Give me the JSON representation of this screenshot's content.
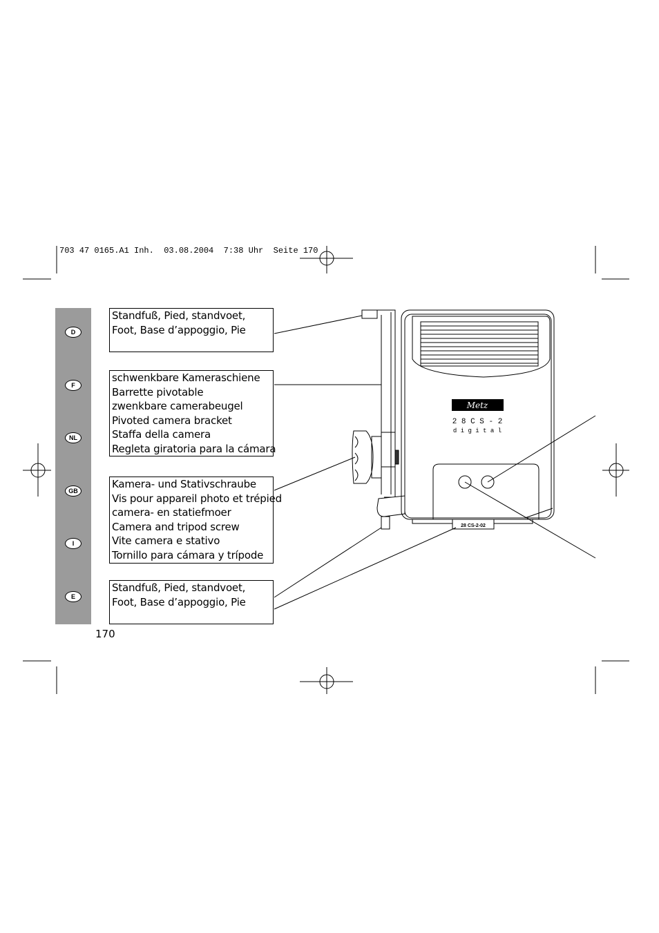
{
  "header": {
    "print_info": "703 47 0165.A1 Inh.  03.08.2004  7:38 Uhr  Seite 170"
  },
  "sidebar": {
    "languages": [
      "D",
      "F",
      "NL",
      "GB",
      "I",
      "E"
    ]
  },
  "labels": {
    "top_foot": [
      "Standfuß, Pied, standvoet,",
      "Foot, Base d’appoggio, Pie"
    ],
    "camera_bracket": [
      "schwenkbare Kameraschiene",
      "Barrette pivotable",
      "zwenkbare camerabeugel",
      "Pivoted camera bracket",
      "Staffa della camera",
      "Regleta giratoria para la cámara"
    ],
    "camera_screw": [
      "Kamera- und Stativschraube",
      "Vis pour appareil photo et trépied",
      "camera- en statiefmoer",
      "Camera and tripod screw",
      "Vite camera e stativo",
      "Tornillo para cámara y trípode"
    ],
    "bottom_foot": [
      "Standfuß, Pied, standvoet,",
      "Foot, Base d’appoggio, Pie"
    ]
  },
  "device": {
    "brand": "Metz",
    "model": "2 8  C S - 2",
    "subtitle": "d i g i t a l",
    "base_label": "28 CS-2-02"
  },
  "page_number": "170"
}
